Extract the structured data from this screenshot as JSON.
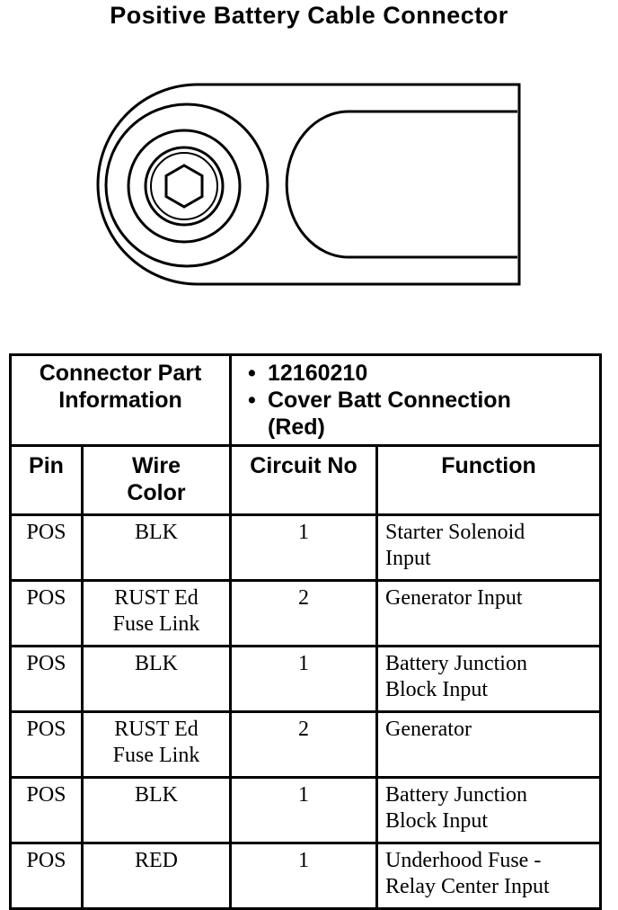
{
  "title": "Positive Battery Cable Connector",
  "part_info": {
    "label_line1": "Connector Part",
    "label_line2": "Information",
    "items": [
      "12160210",
      "Cover Batt Connection",
      "(Red)"
    ],
    "bullet": "•"
  },
  "columns": {
    "pin": "Pin",
    "wire_color_line1": "Wire",
    "wire_color_line2": "Color",
    "circuit_no": "Circuit No",
    "function": "Function"
  },
  "rows": [
    {
      "pin": "POS",
      "wire1": "BLK",
      "wire2": "",
      "circuit": "1",
      "func1": "Starter Solenoid",
      "func2": "Input"
    },
    {
      "pin": "POS",
      "wire1": "RUST Ed",
      "wire2": "Fuse Link",
      "circuit": "2",
      "func1": "Generator Input",
      "func2": ""
    },
    {
      "pin": "POS",
      "wire1": "BLK",
      "wire2": "",
      "circuit": "1",
      "func1": "Battery Junction",
      "func2": "Block Input"
    },
    {
      "pin": "POS",
      "wire1": "RUST Ed",
      "wire2": "Fuse Link",
      "circuit": "2",
      "func1": "Generator",
      "func2": ""
    },
    {
      "pin": "POS",
      "wire1": "BLK",
      "wire2": "",
      "circuit": "1",
      "func1": "Battery Junction",
      "func2": "Block Input"
    },
    {
      "pin": "POS",
      "wire1": "RED",
      "wire2": "",
      "circuit": "1",
      "func1": "Underhood Fuse -",
      "func2": "Relay Center Input"
    }
  ]
}
